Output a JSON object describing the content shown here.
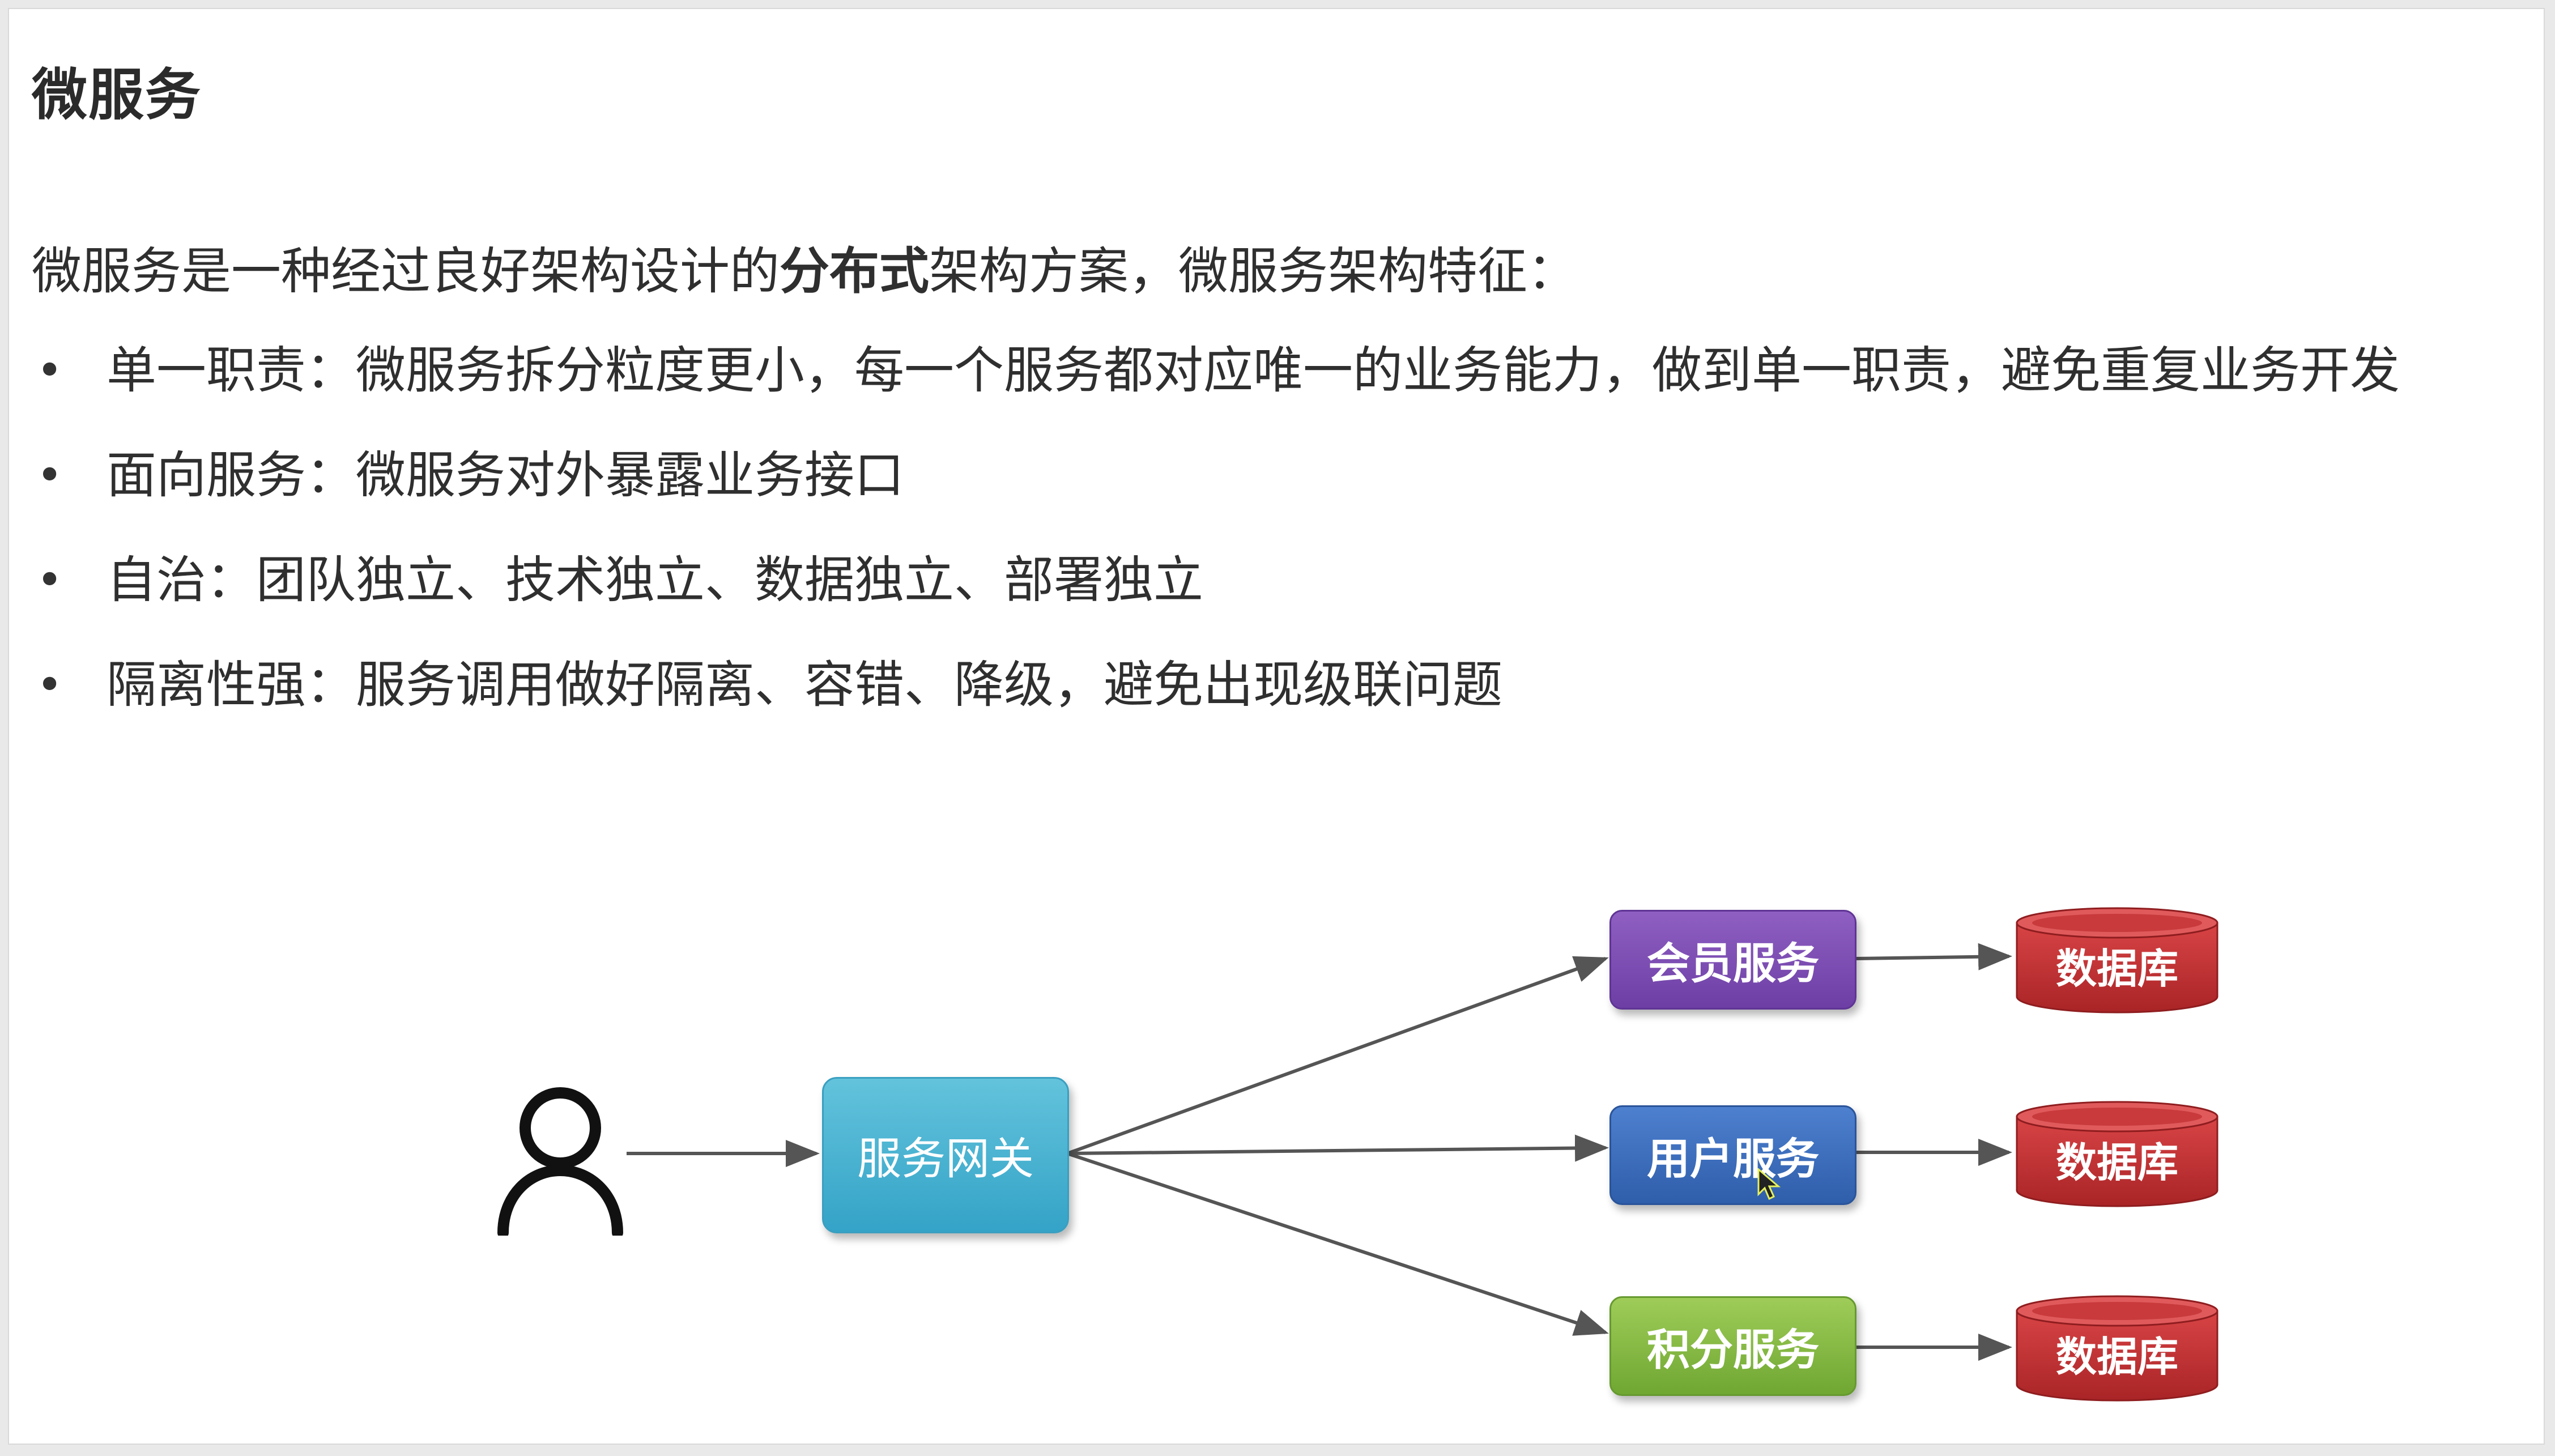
{
  "slide": {
    "title": "微服务",
    "intro": {
      "before": "微服务是一种经过良好架构设计的",
      "bold": "分布式",
      "after": "架构方案，微服务架构特征："
    },
    "bullet_symbol": "•",
    "bullets": [
      "单一职责：微服务拆分粒度更小，每一个服务都对应唯一的业务能力，做到单一职责，避免重复业务开发",
      "面向服务：微服务对外暴露业务接口",
      "自治：团队独立、技术独立、数据独立、部署独立",
      "隔离性强：服务调用做好隔离、容错、降级，避免出现级联问题"
    ]
  },
  "diagram": {
    "user_icon": "user-icon",
    "gateway": {
      "label": "服务网关",
      "color": "#43b0d2"
    },
    "services": [
      {
        "label": "会员服务",
        "color": "#7a4bb3"
      },
      {
        "label": "用户服务",
        "color": "#3b6dbd"
      },
      {
        "label": "积分服务",
        "color": "#86ba43"
      }
    ],
    "databases": [
      {
        "label": "数据库",
        "color": "#c8383a"
      },
      {
        "label": "数据库",
        "color": "#c8383a"
      },
      {
        "label": "数据库",
        "color": "#c8383a"
      }
    ],
    "edges": [
      {
        "from": "user",
        "to": "服务网关"
      },
      {
        "from": "服务网关",
        "to": "会员服务"
      },
      {
        "from": "服务网关",
        "to": "用户服务"
      },
      {
        "from": "服务网关",
        "to": "积分服务"
      },
      {
        "from": "会员服务",
        "to": "数据库"
      },
      {
        "from": "用户服务",
        "to": "数据库"
      },
      {
        "from": "积分服务",
        "to": "数据库"
      }
    ],
    "arrow_color": "#555555"
  }
}
